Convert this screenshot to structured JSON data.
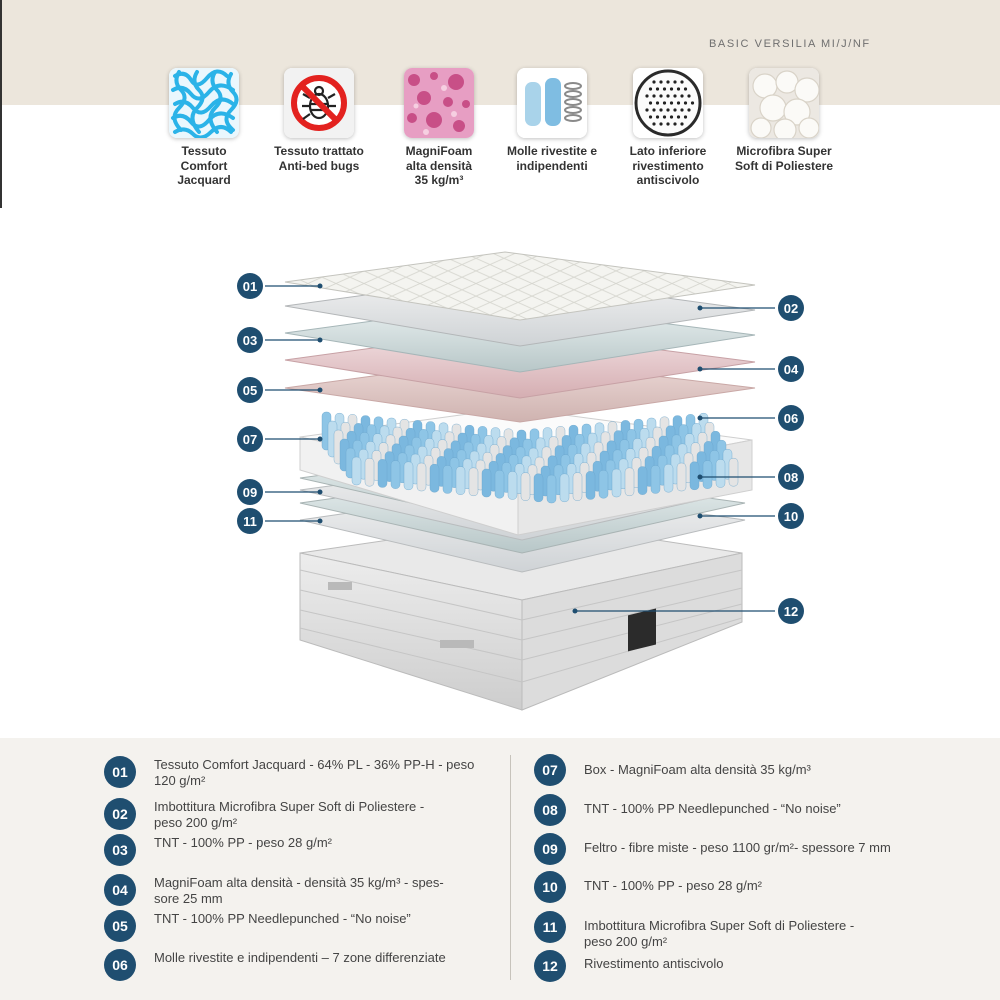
{
  "header": {
    "model_code": "BASIC VERSILIA MI/J/NF"
  },
  "features": [
    {
      "icon": "jacquard-fabric-icon",
      "label": "Tessuto\nComfort\nJacquard"
    },
    {
      "icon": "anti-bed-bugs-icon",
      "label": "Tessuto trattato\nAnti-bed bugs"
    },
    {
      "icon": "magnifoam-icon",
      "label": "MagniFoam\nalta densità\n35 kg/m³"
    },
    {
      "icon": "pocket-springs-icon",
      "label": "Molle rivestite e\nindipendenti"
    },
    {
      "icon": "non-slip-dots-icon",
      "label": "Lato inferiore\nrivestimento\nantiscivolo"
    },
    {
      "icon": "microfiber-icon",
      "label": "Microfibra Super\nSoft di Poliestere"
    }
  ],
  "callouts": [
    "01",
    "02",
    "03",
    "04",
    "05",
    "06",
    "07",
    "08",
    "09",
    "10",
    "11",
    "12"
  ],
  "legend": [
    {
      "num": "01",
      "text": "Tessuto Comfort Jacquard - 64% PL - 36% PP-H - peso\n120 g/m²"
    },
    {
      "num": "02",
      "text": "Imbottitura Microfibra Super Soft di Poliestere -\npeso 200 g/m²"
    },
    {
      "num": "03",
      "text": "TNT - 100% PP - peso 28 g/m²"
    },
    {
      "num": "04",
      "text": "MagniFoam alta densità - densità 35 kg/m³ -  spes-\nsore 25 mm"
    },
    {
      "num": "05",
      "text": "TNT - 100% PP  Needlepunched -  “No noise”"
    },
    {
      "num": "06",
      "text": "Molle rivestite e indipendenti – 7 zone differenziate"
    },
    {
      "num": "07",
      "text": "Box - MagniFoam alta densità 35 kg/m³"
    },
    {
      "num": "08",
      "text": "TNT - 100% PP  Needlepunched - “No noise”"
    },
    {
      "num": "09",
      "text": "Feltro - fibre miste - peso 1100 gr/m²- spessore 7 mm"
    },
    {
      "num": "10",
      "text": "TNT - 100% PP - peso 28 g/m²"
    },
    {
      "num": "11",
      "text": "Imbottitura Microfibra Super Soft di Poliestere -\npeso 200 g/m²"
    },
    {
      "num": "12",
      "text": "Rivestimento antiscivolo"
    }
  ],
  "colors": {
    "accent": "#1f4e70",
    "band": "#ece6dc",
    "legend_bg": "#f4f2ee"
  }
}
